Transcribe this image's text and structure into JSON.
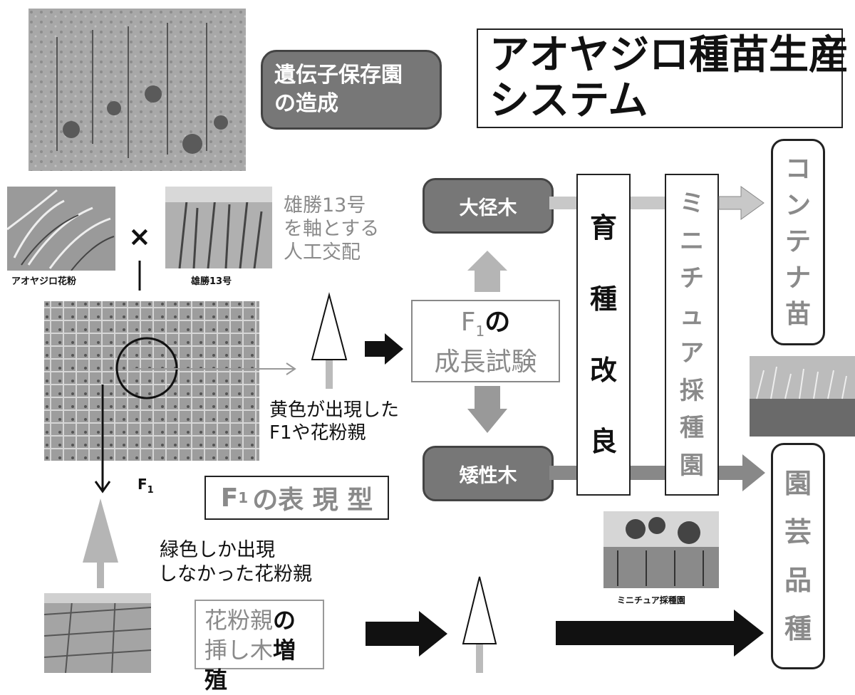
{
  "title": {
    "line1": "アオヤジロ種苗生産",
    "line2": "システム"
  },
  "conservation": {
    "line1": "遺伝子保存園",
    "line2": "の造成"
  },
  "cross": {
    "symbol": "×",
    "pollen_caption": "アオヤジロ花粉",
    "mother_caption": "雄勝13号"
  },
  "artificial": {
    "line1": "雄勝13号",
    "line2": "を軸とする",
    "line3": "人工交配"
  },
  "growth_test": {
    "f": "F",
    "sub": "1",
    "no": "の",
    "line2": "成長試験"
  },
  "large_tree": "大径木",
  "dwarf_tree": "矮性木",
  "breeding": "育種改良",
  "mini_orchard": "ミニチュア採種園",
  "container": "コンテナ苗",
  "horticultural": "園芸品種",
  "yellow_note": {
    "line1": "黄色が出現した",
    "line2": "F1や花粉親"
  },
  "f1_label": {
    "f": "F",
    "sub": "1"
  },
  "phenotype": {
    "f": "F",
    "sub": "1",
    "rest": "の表 現 型"
  },
  "green_note": {
    "line1": "緑色しか出現",
    "line2": "しなかった花粉親"
  },
  "propagation": {
    "line1_a": "花粉親",
    "line1_b": "の",
    "line2_a": "挿し木",
    "line2_b": "増殖"
  },
  "mini_orchard_caption": "ミニチュア採種園",
  "colors": {
    "pill_fill": "#777777",
    "arrow_gray": "#b5b5b5",
    "arrow_black": "#111111"
  }
}
